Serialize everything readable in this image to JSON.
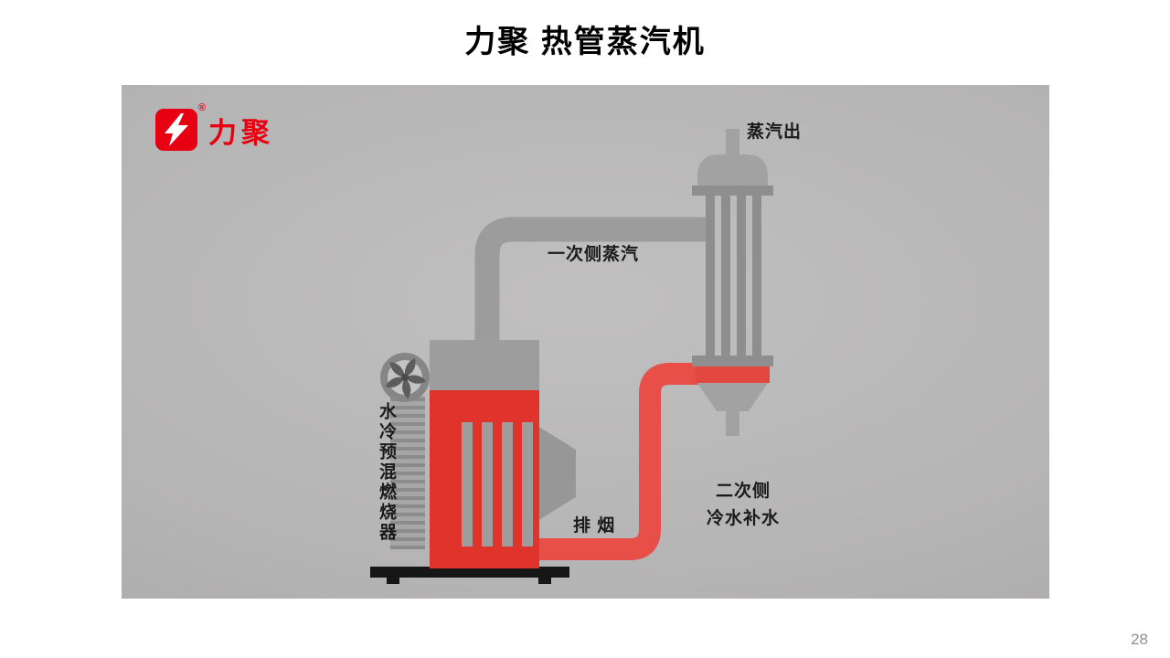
{
  "page": {
    "title": "力聚 热管蒸汽机",
    "page_number": "28"
  },
  "logo": {
    "brand": "力聚",
    "registered_mark": "®"
  },
  "diagram": {
    "labels": {
      "steam_out": "蒸汽出",
      "primary_steam": "一次侧蒸汽",
      "burner": "水冷预混燃烧器",
      "exhaust": "排 烟",
      "secondary_line1": "二次侧",
      "secondary_line2": "冷水补水"
    },
    "colors": {
      "panel_gray": "#b5b4b4",
      "machine_gray": "#9d9d9d",
      "boiler_red": "#df332c",
      "pipe_red": "#e84f49",
      "base_black": "#161616",
      "brand_red": "#e60012"
    }
  }
}
